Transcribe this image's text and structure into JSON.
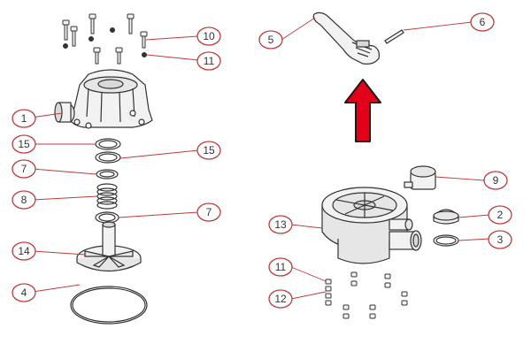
{
  "callouts": {
    "c1": "1",
    "c2": "2",
    "c3": "3",
    "c4": "4",
    "c5": "5",
    "c6": "6",
    "c7a": "7",
    "c7b": "7",
    "c8": "8",
    "c9": "9",
    "c10": "10",
    "c11a": "11",
    "c11b": "11",
    "c12": "12",
    "c13": "13",
    "c14": "14",
    "c15a": "15",
    "c15b": "15"
  },
  "colors": {
    "callout": "#c23a3a",
    "arrow_fill": "#e3001b",
    "arrow_stroke": "#1a1a1a",
    "line_art": "#333333",
    "part_fill": "#f2f2f2"
  },
  "icons": {
    "arrow": "up-arrow-icon"
  }
}
